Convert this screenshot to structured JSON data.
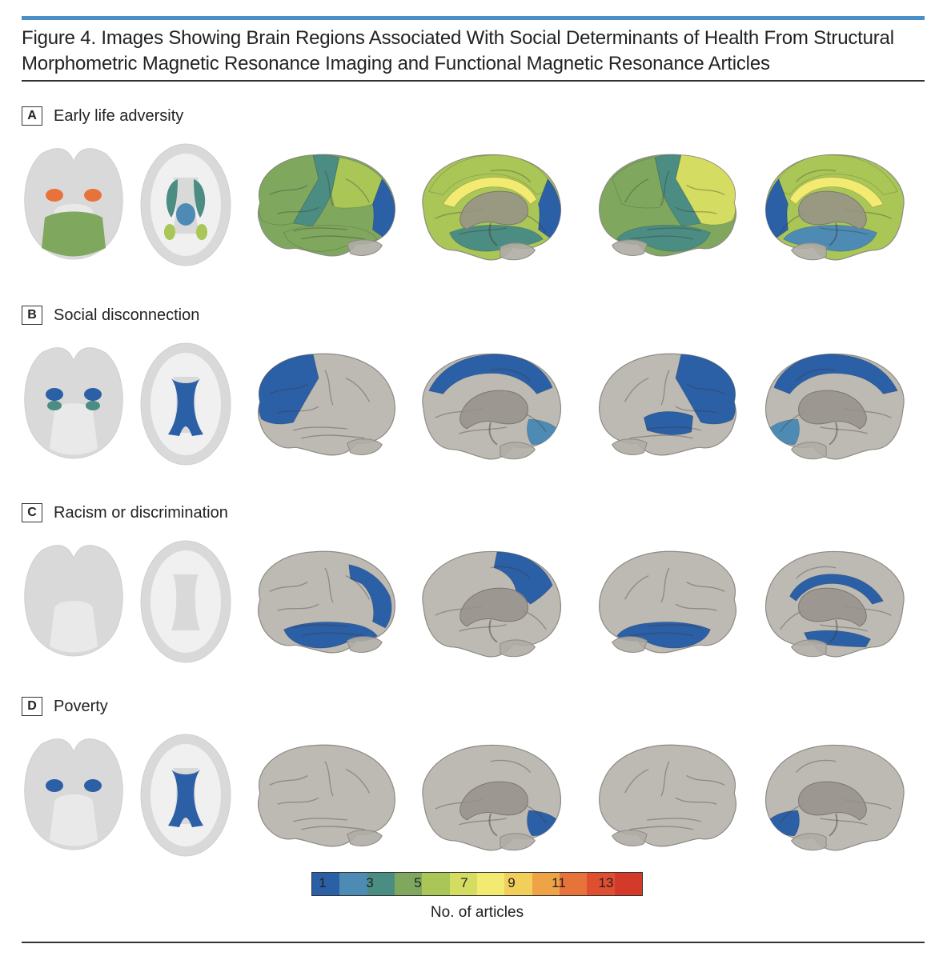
{
  "figure": {
    "title": "Figure 4. Images Showing Brain Regions Associated With Social Determinants of Health From Structural Morphometric Magnetic Resonance Imaging and Functional Magnetic Resonance Articles"
  },
  "colors": {
    "brain_gray": "#bdbab3",
    "slice_gray": "#d9d9d9",
    "scale": [
      "#2b5fa6",
      "#4d8bb5",
      "#4b8c83",
      "#7fa85e",
      "#a9c657",
      "#d5dc62",
      "#f3ea72",
      "#f2cf5a",
      "#eea346",
      "#e8733a",
      "#df4e2f",
      "#d43a2a"
    ]
  },
  "panels": [
    {
      "letter": "A",
      "name": "Early life adversity",
      "slices": {
        "axial_low": [
          {
            "region": "amygdala",
            "color": "#e8733a"
          },
          {
            "region": "cerebellum",
            "color": "#7fa85e"
          }
        ],
        "axial_high": [
          {
            "region": "striatum",
            "color": "#4b8c83"
          },
          {
            "region": "thalamus",
            "color": "#4d8bb5"
          },
          {
            "region": "hippocampus",
            "color": "#a9c657"
          }
        ]
      },
      "surfaces": [
        {
          "view": "left-lateral",
          "base": "#7fa85e",
          "patches": [
            {
              "region": "frontal",
              "color": "#7fa85e"
            },
            {
              "region": "pre-central",
              "color": "#4b8c83"
            },
            {
              "region": "parietal",
              "color": "#a9c657"
            },
            {
              "region": "temporal",
              "color": "#7fa85e"
            },
            {
              "region": "occipital",
              "color": "#2b5fa6"
            }
          ]
        },
        {
          "view": "left-medial",
          "base": "#a9c657",
          "patches": [
            {
              "region": "cingulate",
              "color": "#f3ea72"
            },
            {
              "region": "superior",
              "color": "#a9c657"
            },
            {
              "region": "occipital",
              "color": "#2b5fa6"
            },
            {
              "region": "temporal",
              "color": "#4b8c83"
            }
          ]
        },
        {
          "view": "right-lateral",
          "base": "#7fa85e",
          "patches": [
            {
              "region": "frontal",
              "color": "#d5dc62"
            },
            {
              "region": "central",
              "color": "#4b8c83"
            },
            {
              "region": "temporal",
              "color": "#4b8c83"
            },
            {
              "region": "parietal",
              "color": "#7fa85e"
            }
          ]
        },
        {
          "view": "right-medial",
          "base": "#a9c657",
          "patches": [
            {
              "region": "cingulate",
              "color": "#f3ea72"
            },
            {
              "region": "superior",
              "color": "#a9c657"
            },
            {
              "region": "occipital",
              "color": "#2b5fa6"
            },
            {
              "region": "temporal",
              "color": "#4d8bb5"
            }
          ]
        }
      ]
    },
    {
      "letter": "B",
      "name": "Social disconnection",
      "slices": {
        "axial_low": [
          {
            "region": "amygdala",
            "color": "#2b5fa6"
          },
          {
            "region": "hippocampus",
            "color": "#4b8c83"
          }
        ],
        "axial_high": [
          {
            "region": "ventricles",
            "color": "#2b5fa6"
          }
        ]
      },
      "surfaces": [
        {
          "view": "left-lateral",
          "base": "#bdbab3",
          "patches": [
            {
              "region": "frontal",
              "color": "#2b5fa6"
            }
          ]
        },
        {
          "view": "left-medial",
          "base": "#bdbab3",
          "patches": [
            {
              "region": "superior",
              "color": "#2b5fa6"
            },
            {
              "region": "orbitofrontal",
              "color": "#4d8bb5"
            }
          ]
        },
        {
          "view": "right-lateral",
          "base": "#bdbab3",
          "patches": [
            {
              "region": "frontal",
              "color": "#2b5fa6"
            },
            {
              "region": "insula",
              "color": "#2b5fa6"
            }
          ]
        },
        {
          "view": "right-medial",
          "base": "#bdbab3",
          "patches": [
            {
              "region": "superior",
              "color": "#2b5fa6"
            },
            {
              "region": "orbitofrontal",
              "color": "#4d8bb5"
            }
          ]
        }
      ]
    },
    {
      "letter": "C",
      "name": "Racism or discrimination",
      "slices": {
        "axial_low": [],
        "axial_high": []
      },
      "surfaces": [
        {
          "view": "left-lateral",
          "base": "#bdbab3",
          "patches": [
            {
              "region": "temporal",
              "color": "#2b5fa6"
            },
            {
              "region": "occipito-parietal",
              "color": "#2b5fa6"
            }
          ]
        },
        {
          "view": "left-medial",
          "base": "#bdbab3",
          "patches": [
            {
              "region": "precuneus",
              "color": "#2b5fa6"
            }
          ]
        },
        {
          "view": "right-lateral",
          "base": "#bdbab3",
          "patches": [
            {
              "region": "temporal",
              "color": "#2b5fa6"
            }
          ]
        },
        {
          "view": "right-medial",
          "base": "#bdbab3",
          "patches": [
            {
              "region": "cingulate",
              "color": "#2b5fa6"
            },
            {
              "region": "ventral",
              "color": "#2b5fa6"
            }
          ]
        }
      ]
    },
    {
      "letter": "D",
      "name": "Poverty",
      "slices": {
        "axial_low": [
          {
            "region": "amygdala",
            "color": "#2b5fa6"
          }
        ],
        "axial_high": [
          {
            "region": "ventricles",
            "color": "#2b5fa6"
          }
        ]
      },
      "surfaces": [
        {
          "view": "left-lateral",
          "base": "#bdbab3",
          "patches": []
        },
        {
          "view": "left-medial",
          "base": "#bdbab3",
          "patches": [
            {
              "region": "orbitofrontal",
              "color": "#2b5fa6"
            }
          ]
        },
        {
          "view": "right-lateral",
          "base": "#bdbab3",
          "patches": []
        },
        {
          "view": "right-medial",
          "base": "#bdbab3",
          "patches": [
            {
              "region": "orbitofrontal",
              "color": "#2b5fa6"
            }
          ]
        }
      ]
    }
  ],
  "legend": {
    "title": "No. of articles",
    "ticks": [
      "1",
      "3",
      "5",
      "7",
      "9",
      "11",
      "13"
    ]
  }
}
